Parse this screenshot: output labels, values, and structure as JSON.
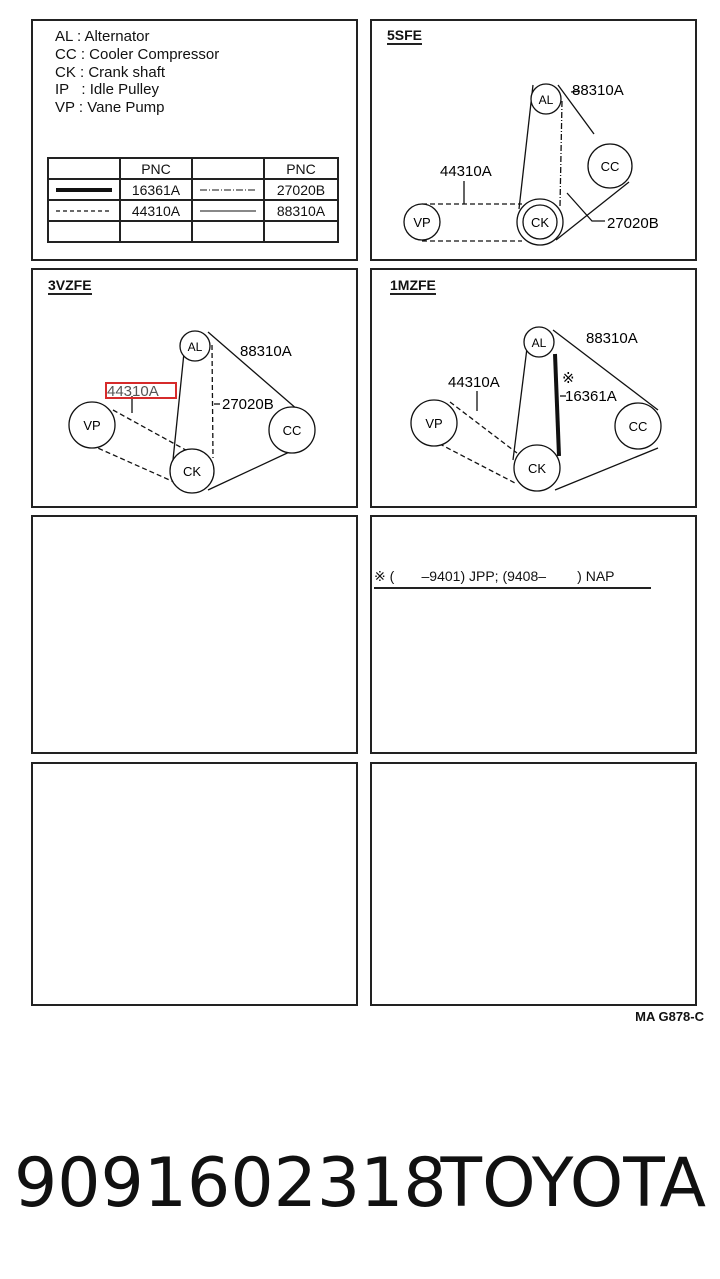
{
  "legend": [
    {
      "code": "AL",
      "text": "AL : Alternator"
    },
    {
      "code": "CC",
      "text": "CC : Cooler Compressor"
    },
    {
      "code": "CK",
      "text": "CK : Crank shaft"
    },
    {
      "code": "IP",
      "text": "IP   : Idle Pulley"
    },
    {
      "code": "VP",
      "text": "VP : Vane Pump"
    }
  ],
  "pnc_table": {
    "header": "PNC",
    "rows": [
      {
        "left_style": "thick-solid",
        "left_pnc": "16361A",
        "right_style": "dash-dot",
        "right_pnc": "27020B"
      },
      {
        "left_style": "dashed",
        "left_pnc": "44310A",
        "right_style": "thin-solid",
        "right_pnc": "88310A"
      }
    ]
  },
  "panels": {
    "p5sfe": {
      "title": "5SFE",
      "al": "AL",
      "cc": "CC",
      "ck": "CK",
      "vp": "VP",
      "lbl_88310A": "88310A",
      "lbl_44310A": "44310A",
      "lbl_27020B": "27020B"
    },
    "p3vzfe": {
      "title": "3VZFE",
      "al": "AL",
      "cc": "CC",
      "ck": "CK",
      "vp": "VP",
      "lbl_88310A": "88310A",
      "lbl_44310A": "44310A",
      "lbl_27020B": "27020B"
    },
    "p1mzfe": {
      "title": "1MZFE",
      "al": "AL",
      "cc": "CC",
      "ck": "CK",
      "vp": "VP",
      "lbl_88310A": "88310A",
      "lbl_44310A": "44310A",
      "lbl_16361A": "16361A",
      "mark": "※"
    }
  },
  "note": "※ (       –9401) JPP; (9408–        ) NAP",
  "footer_code": "MA  G878-C",
  "part_number": "9091602318",
  "brand": "TOYOTA",
  "colors": {
    "highlight": "#d62b2b",
    "ink": "#222222"
  }
}
